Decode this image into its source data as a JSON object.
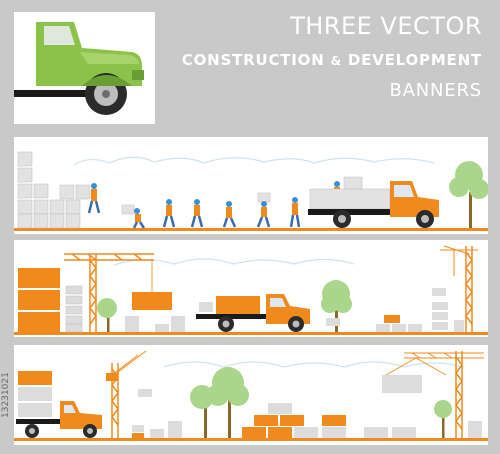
{
  "title": {
    "line1": "THREE VECTOR",
    "line2_left": "CONSTRUCTION",
    "line2_amp": "&",
    "line2_right": "DEVELOPMENT",
    "line3": "BANNERS"
  },
  "stock_id": "13231021",
  "colors": {
    "background": "#c9c9c9",
    "orange": "#f08a1c",
    "green_truck": "#8bc34a",
    "block_gray": "#dcdcdc",
    "tree_green": "#a9d68a",
    "text_white": "#ffffff"
  },
  "icons": [
    "green-truck-icon",
    "orange-truck-icon",
    "worker-icon",
    "crane-icon",
    "tree-icon",
    "block-stack-icon"
  ]
}
